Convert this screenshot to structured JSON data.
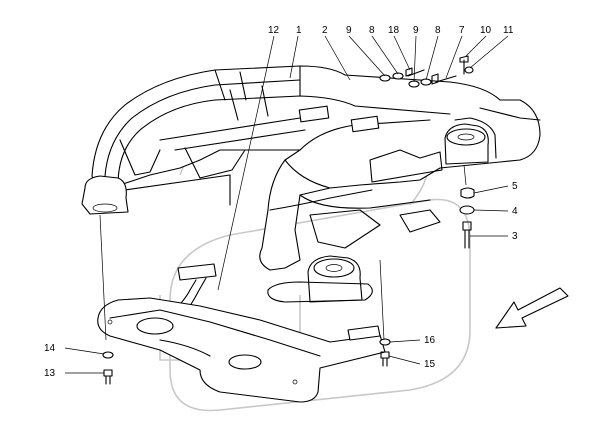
{
  "diagram": {
    "callouts": {
      "c1": "1",
      "c2": "2",
      "c3": "3",
      "c4": "4",
      "c5": "5",
      "c7": "7",
      "c8a": "8",
      "c8b": "8",
      "c9a": "9",
      "c9b": "9",
      "c10": "10",
      "c11": "11",
      "c12": "12",
      "c13": "13",
      "c14": "14",
      "c15": "15",
      "c16": "16",
      "c18": "18"
    },
    "direction_arrow": "arrow-front-icon"
  }
}
